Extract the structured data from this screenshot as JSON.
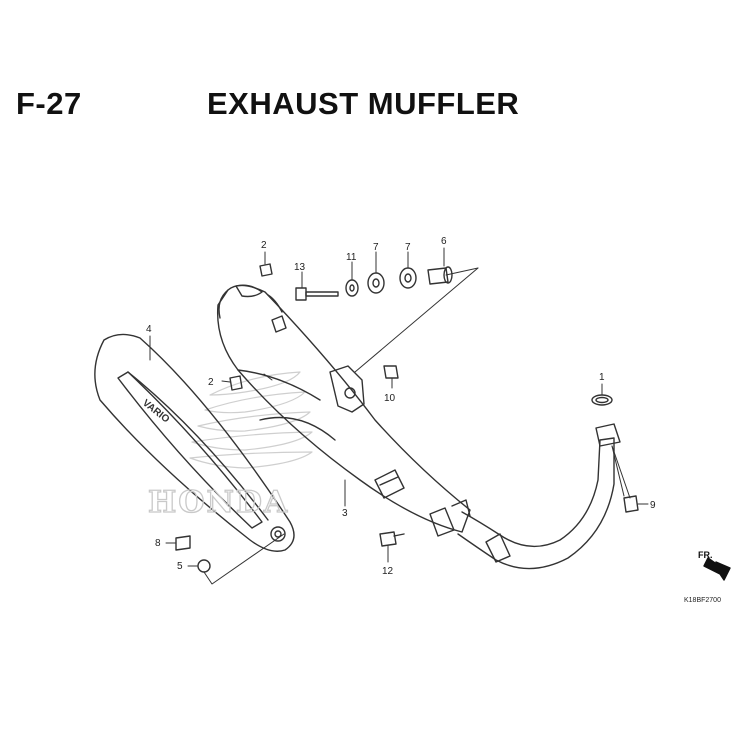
{
  "header": {
    "figure_number": "F-27",
    "title": "EXHAUST MUFFLER"
  },
  "callouts": [
    "1",
    "2",
    "2",
    "3",
    "4",
    "5",
    "6",
    "7",
    "7",
    "8",
    "9",
    "10",
    "11",
    "12",
    "13"
  ],
  "watermark": "HONDA",
  "cover_logo": "VARIO",
  "direction_label": "FR.",
  "diagram_code": "K18BF2700",
  "icons": [
    "honda-wing-watermark-icon",
    "front-arrow-icon"
  ],
  "colors": {
    "line": "#333333",
    "watermark": "#c9c9c9"
  }
}
